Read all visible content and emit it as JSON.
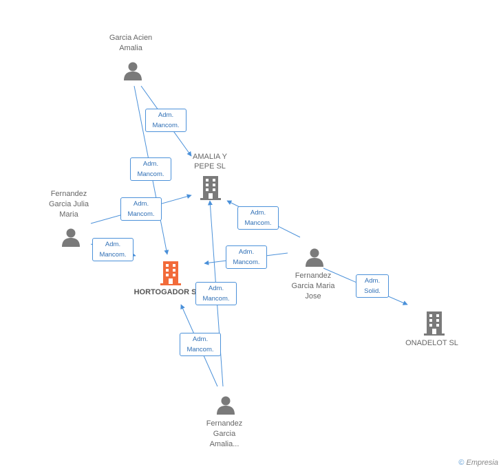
{
  "nodes": {
    "garcia_acien": "Garcia Acien\nAmalia",
    "fernandez_julia": "Fernandez\nGarcia Julia\nMaria",
    "fernandez_jose": "Fernandez\nGarcia Maria\nJose",
    "fernandez_amalia": "Fernandez\nGarcia\nAmalia...",
    "amalia_pepe": "AMALIA Y\nPEPE SL",
    "hortogador": "HORTOGADOR S",
    "onadelot": "ONADELOT SL"
  },
  "edge_labels": {
    "e1": "Adm.\nMancom.",
    "e2": "Adm.\nMancom.",
    "e3": "Adm.\nMancom.",
    "e4": "Adm.\nMancom.",
    "e5": "Adm.\nMancom.",
    "e6": "Adm.\nMancom.",
    "e7": "Adm.\nSolid.",
    "e8": "Adm.\nMancom.",
    "e9": "Adm.\nMancom."
  },
  "colors": {
    "person_icon": "#7a7a7a",
    "company_icon": "#7a7a7a",
    "main_company_icon": "#f26b3a",
    "edge": "#4a90d9"
  },
  "watermark": {
    "symbol": "©",
    "brand": "Empresia"
  }
}
